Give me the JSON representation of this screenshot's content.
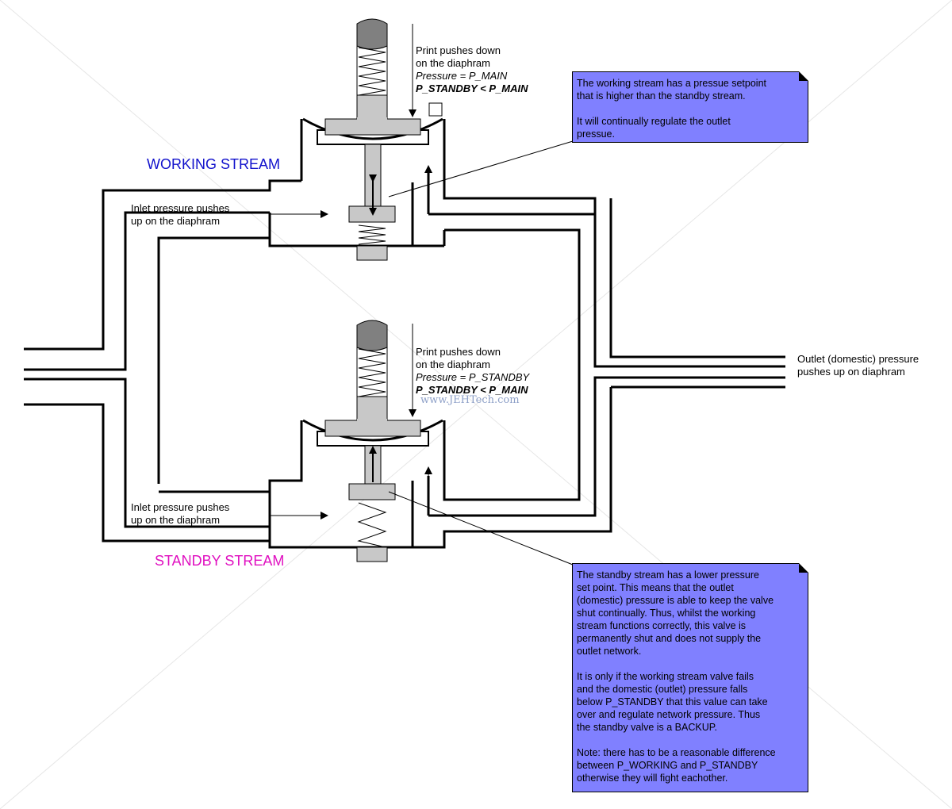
{
  "labels": {
    "working_stream": "WORKING STREAM",
    "standby_stream": "STANDBY STREAM",
    "inlet_top": [
      "Inlet pressure pushes",
      "up on the diaphram"
    ],
    "inlet_bottom": [
      "Inlet pressure pushes",
      "up on the diaphram"
    ],
    "print_top": {
      "line1": "Print pushes down",
      "line2": "on the diaphram",
      "pressure": "Pressure = P_MAIN",
      "relation": "P_STANDBY < P_MAIN"
    },
    "print_bottom": {
      "line1": "Print pushes down",
      "line2": "on the diaphram",
      "pressure": "Pressure = P_STANDBY",
      "relation": "P_STANDBY < P_MAIN"
    },
    "outlet": [
      "Outlet (domestic) pressure",
      "pushes up on diaphram"
    ],
    "watermark": "www.JEHTech.com"
  },
  "notes": {
    "working": [
      "The working stream has a pressue setpoint\nthat is higher than the standby stream.",
      "It will continually regulate the outlet\npressue."
    ],
    "standby": [
      "The standby stream has a lower pressure\nset point. This means that the outlet\n(domestic) pressure is able to keep the valve\nshut continually. Thus, whilst the working\nstream functions correctly, this valve is\npermanently shut and does not supply the\noutlet network.",
      "It is only if the working stream valve fails\nand the domestic (outlet) pressure falls\nbelow P_STANDBY that this value can take\nover and regulate network pressure. Thus\nthe standby valve is a BACKUP.",
      "Note: there has to be a reasonable difference\nbetween P_WORKING and P_STANDBY\notherwise they will fight eachother."
    ]
  },
  "colors": {
    "note_fill": "#8080ff",
    "working_title": "#1111cc",
    "standby_title": "#e010c0",
    "part_grey": "#c8c8c8",
    "cap_grey": "#808080"
  }
}
